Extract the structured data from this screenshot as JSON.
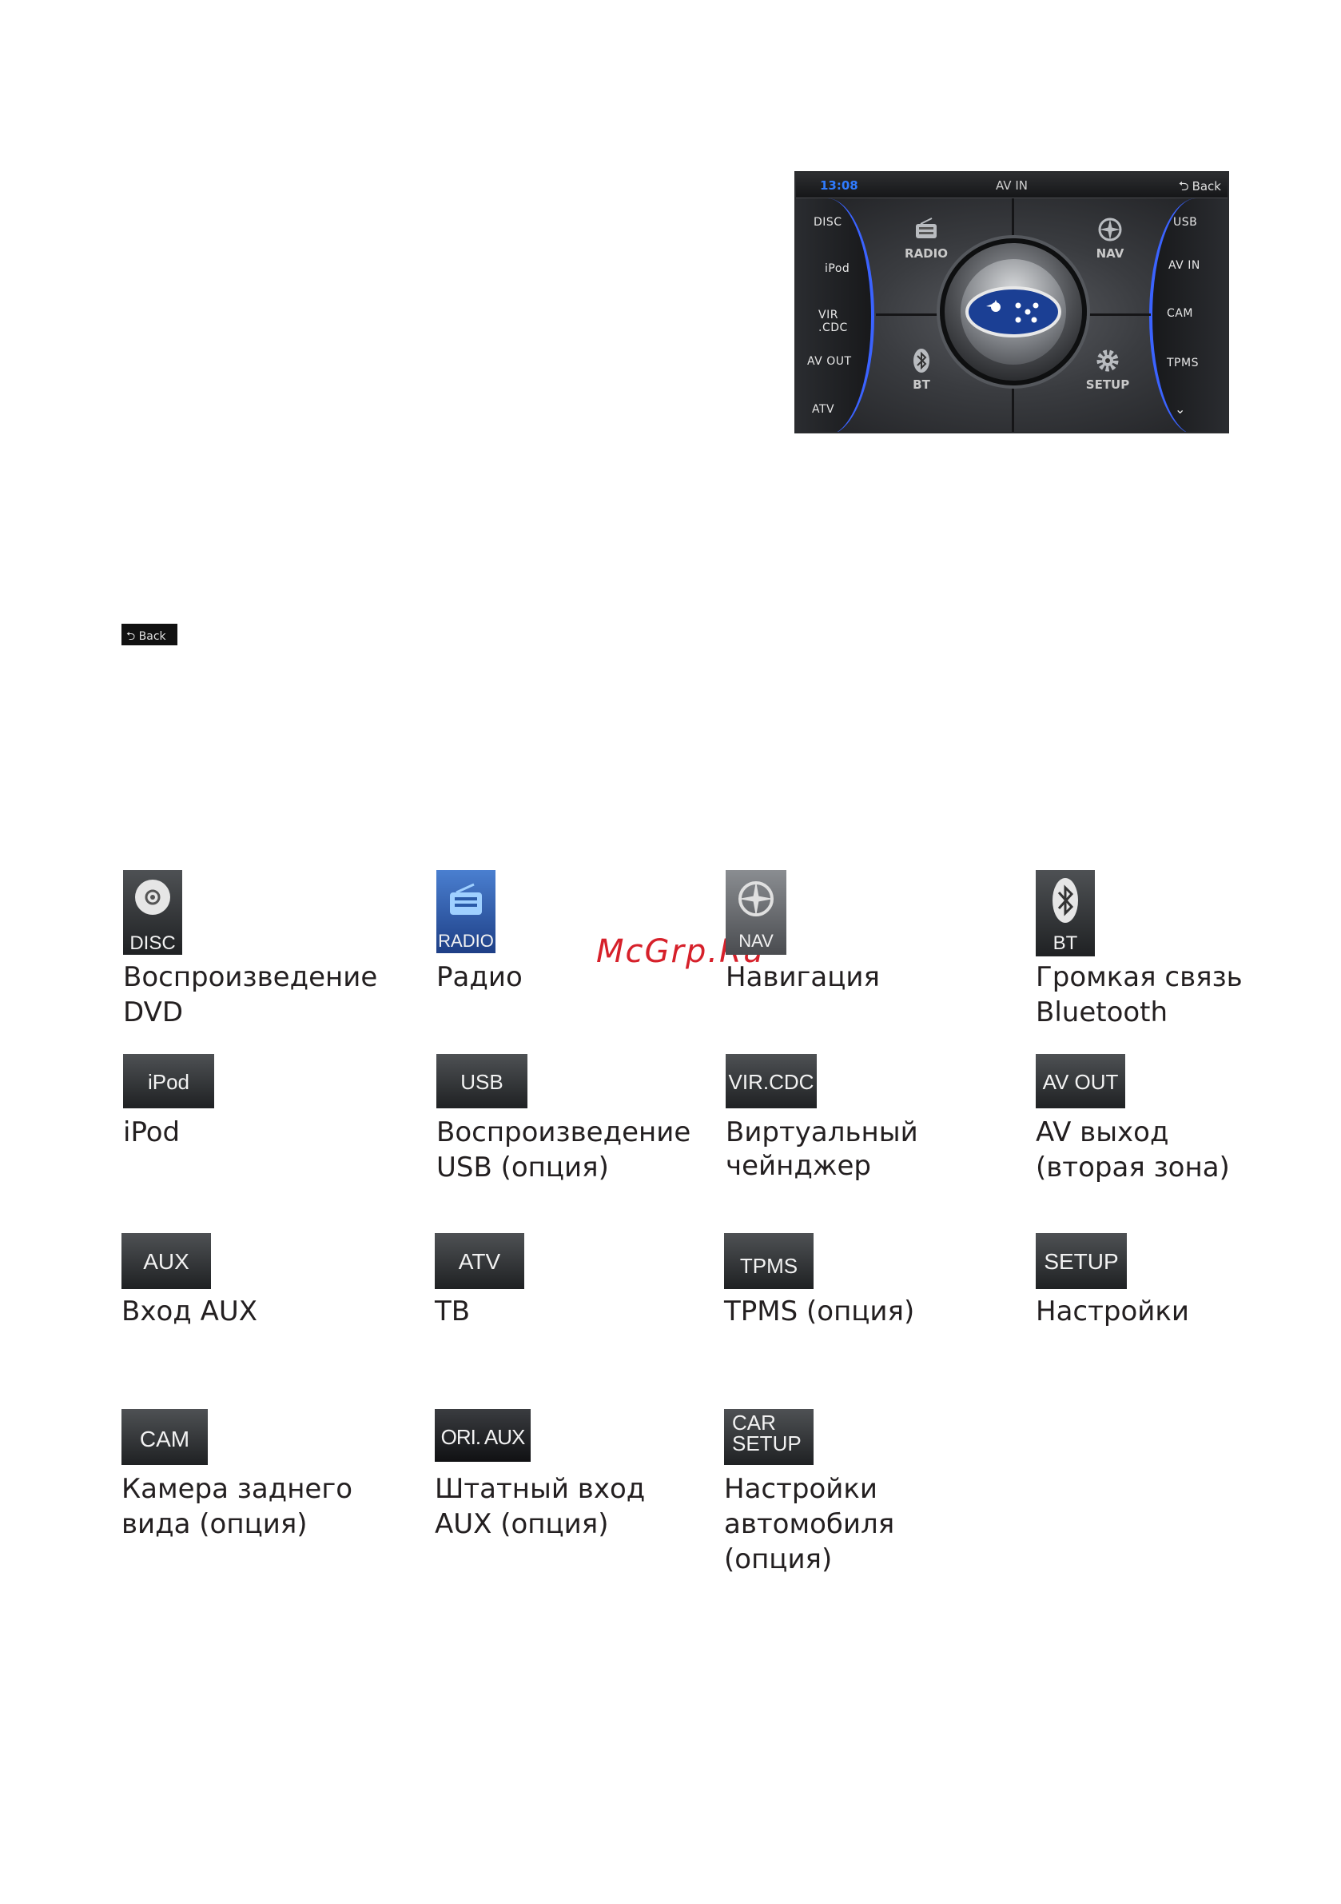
{
  "unit": {
    "time": "13:08",
    "title": "AV IN",
    "back": "Back",
    "left_items": [
      "DISC",
      "iPod",
      "VIR .CDC",
      "AV OUT",
      "ATV"
    ],
    "right_items": [
      "USB",
      "AV IN",
      "CAM",
      "TPMS"
    ],
    "quadrants": {
      "radio": "RADIO",
      "nav": "NAV",
      "bt": "BT",
      "setup": "SETUP"
    }
  },
  "back_button": {
    "label": "Back"
  },
  "watermark": "McGrp.Ru",
  "items": [
    {
      "icon": "DISC",
      "caption1": "Воспроизведение",
      "caption2": "DVD"
    },
    {
      "icon": "RADIO",
      "caption1": "Радио",
      "caption2": ""
    },
    {
      "icon": "NAV",
      "caption1": "Навигация",
      "caption2": ""
    },
    {
      "icon": "BT",
      "caption1": "Громкая связь",
      "caption2": "Bluetooth"
    },
    {
      "icon": "iPod",
      "caption1": "iPod",
      "caption2": ""
    },
    {
      "icon": "USB",
      "caption1": "Воспроизведение",
      "caption2": "USB (опция)"
    },
    {
      "icon": "VIR.CDC",
      "caption1": "Виртуальный",
      "caption2": "чейнджер"
    },
    {
      "icon": "AV OUT",
      "caption1": "AV выход",
      "caption2": "(вторая зона)"
    },
    {
      "icon": "AUX",
      "caption1": "Вход AUX",
      "caption2": ""
    },
    {
      "icon": "ATV",
      "caption1": "ТВ",
      "caption2": ""
    },
    {
      "icon": "TPMS",
      "caption1": "TPMS (опция)",
      "caption2": ""
    },
    {
      "icon": "SETUP",
      "caption1": "Настройки",
      "caption2": ""
    },
    {
      "icon": "CAM",
      "caption1": "Камера заднего",
      "caption2": "вида (опция)"
    },
    {
      "icon": "ORI. AUX",
      "caption1": "Штатный вход",
      "caption2": "AUX (опция)"
    },
    {
      "icon": "CAR",
      "icon2": "SETUP",
      "caption1": "Настройки",
      "caption2": "автомобиля",
      "caption3": "(опция)"
    }
  ]
}
